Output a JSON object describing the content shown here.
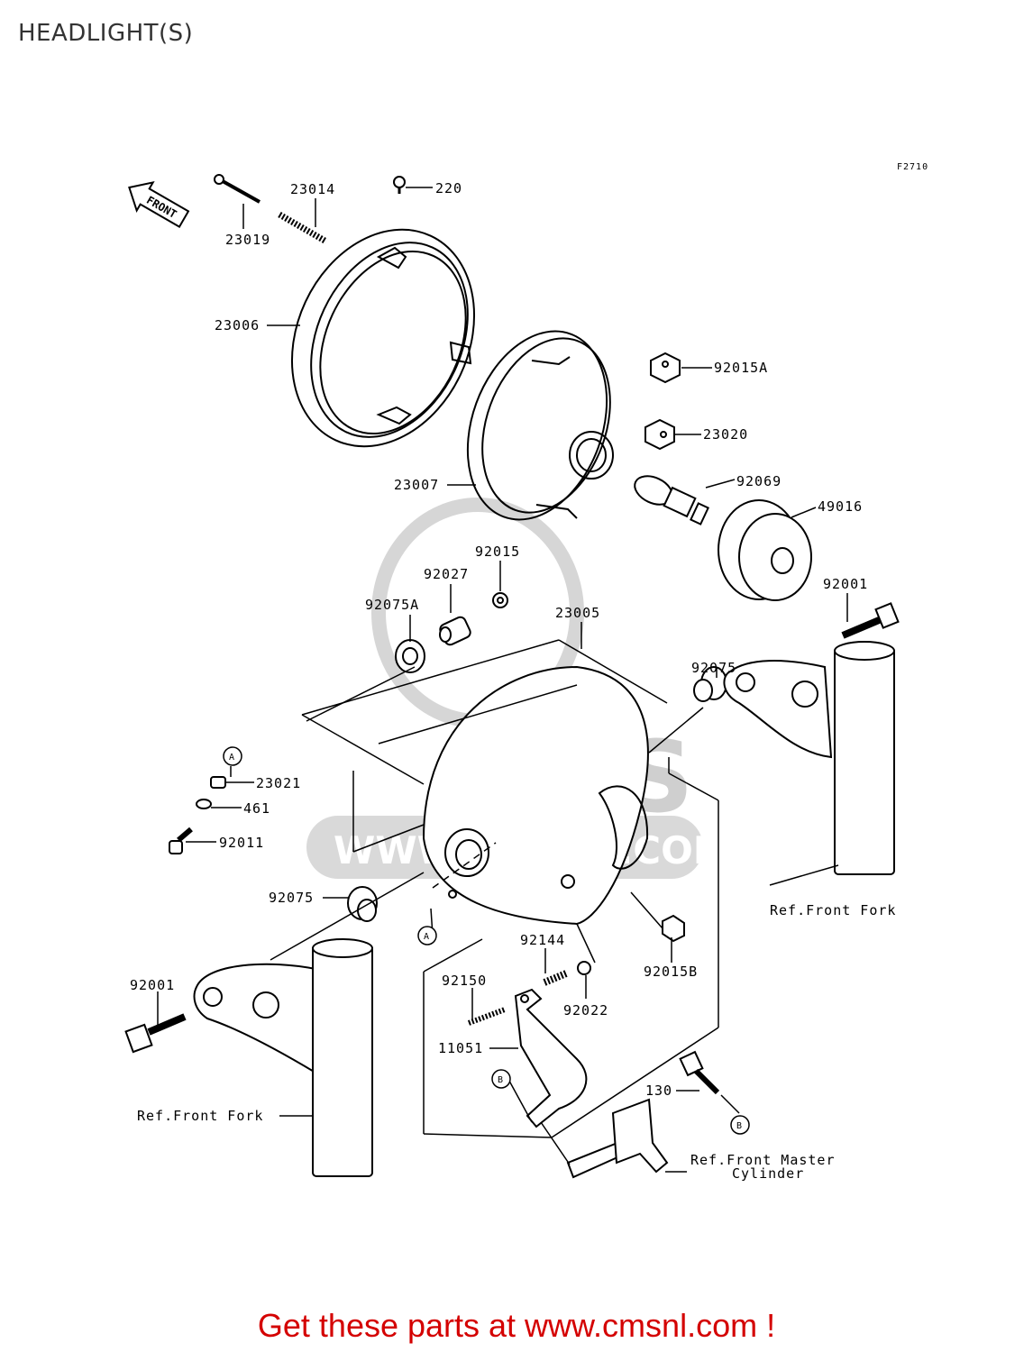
{
  "page": {
    "title": "HEADLIGHT(S)"
  },
  "diagram": {
    "figure_id": "F2710",
    "front_label": "FRONT",
    "watermark": {
      "brand": "CMS",
      "site": "WWW.CMSNL.COM"
    },
    "parts": [
      {
        "number": "23019"
      },
      {
        "number": "23014"
      },
      {
        "number": "220"
      },
      {
        "number": "23006"
      },
      {
        "number": "92015A"
      },
      {
        "number": "23020"
      },
      {
        "number": "23007"
      },
      {
        "number": "92069"
      },
      {
        "number": "49016"
      },
      {
        "number": "92015"
      },
      {
        "number": "92027"
      },
      {
        "number": "92075A"
      },
      {
        "number": "23005"
      },
      {
        "number": "92001"
      },
      {
        "number": "92075"
      },
      {
        "number": "23021"
      },
      {
        "number": "461"
      },
      {
        "number": "92011"
      },
      {
        "number": "92075"
      },
      {
        "number": "92144"
      },
      {
        "number": "92150"
      },
      {
        "number": "92022"
      },
      {
        "number": "92015B"
      },
      {
        "number": "92001"
      },
      {
        "number": "11051"
      },
      {
        "number": "130"
      }
    ],
    "refs": {
      "fork_right": "Ref.Front Fork",
      "fork_left": "Ref.Front Fork",
      "master_cyl_line1": "Ref.Front Master",
      "master_cyl_line2": "Cylinder"
    },
    "callouts": {
      "a1": "A",
      "a2": "A",
      "b1": "B",
      "b2": "B"
    }
  },
  "footer": {
    "promo_text": "Get these parts at www.cmsnl.com !"
  }
}
